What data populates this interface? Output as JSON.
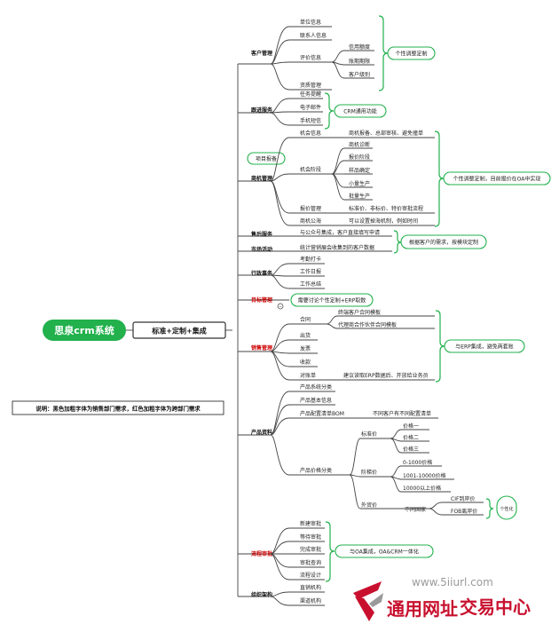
{
  "colors": {
    "line": "#444444",
    "green": "#22b14c",
    "red": "#cc0000",
    "text": "#222222",
    "watermark_red": "#c8102e",
    "watermark_grey": "#9a9a9a"
  },
  "root": {
    "label": "思泉crm系统"
  },
  "center": {
    "label": "标准+定制+集成"
  },
  "note": "说明：黑色加粗字体为销售部门需求，红色加粗字体为跨部门需求",
  "branches": {
    "customer": {
      "label": "客户管理",
      "items": [
        "单位信息",
        "联系人信息",
        "评价信息",
        "资质管理"
      ],
      "eval_items": [
        "信用额度",
        "账期期限",
        "客户级别"
      ]
    },
    "followup": {
      "label": "跟进服务",
      "items": [
        "任务提醒",
        "电子邮件",
        "手机短信"
      ]
    },
    "opportunity": {
      "label": "商机管理",
      "tag": "项目报备",
      "items": [
        "机会信息",
        "机会阶段",
        "报价管理",
        "商机公海"
      ],
      "info_desc": "商机报备、总部审核、避免撞单",
      "stages": [
        "商机诊断",
        "报价阶段",
        "样品确定",
        "小量生产",
        "批量生产"
      ],
      "quote_desc": "标准价、非标价、特价审批流程",
      "pool_desc": "可以设置掉海机制，例如时间"
    },
    "aftersales": {
      "label": "售后服务",
      "desc": "与公众号集成，客户直接填写申请"
    },
    "marketing": {
      "label": "市场活动",
      "desc": "统计营销展会收集到的客户数据"
    },
    "admin": {
      "label": "行政事务",
      "items": [
        "考勤打卡",
        "工作日报",
        "工作总结"
      ]
    },
    "goal": {
      "label": "目标管理",
      "callout": "需要讨论个性定制+ERP取数"
    },
    "sales": {
      "label": "销售管理",
      "items": [
        "合同",
        "出货",
        "发票",
        "收款",
        "对账单"
      ],
      "contract_items": [
        "终端客户合同模板",
        "代理商合作伙伴合同模板"
      ],
      "statement_desc": "建议读取ERP数据后、开放给业务员"
    },
    "product": {
      "label": "产品资料",
      "items": [
        "产品系统分类",
        "产品基本信息",
        "产品配置清单BOM",
        "产品价格分类"
      ],
      "bom_desc": "不同客户有不同配置清单",
      "price_types": [
        "标准价",
        "阶梯价",
        "外贸价"
      ],
      "std_prices": [
        "价格一",
        "价格二",
        "价格三"
      ],
      "tier_prices": [
        "0-1000价格",
        "1001-10000价格",
        "10000以上价格"
      ],
      "foreign_label": "不同国家",
      "foreign_prices": [
        "CIF到岸价",
        "FOB离岸价"
      ],
      "callout": "个性化"
    },
    "workflow": {
      "label": "流程审批",
      "items": [
        "新建审批",
        "等待审批",
        "完成审批",
        "审批查询",
        "流程设计"
      ]
    },
    "org": {
      "label": "组织架构",
      "items": [
        "直销机构",
        "渠道机构"
      ]
    }
  },
  "callouts": {
    "customer": "个性调整定制",
    "followup": "CRM通用功能",
    "opportunity": "个性调整定制，目前报价在OA中实现",
    "aftersales": "根据客户的需求，按模块定制",
    "sales": "与ERP集成，避免两套账",
    "workflow": "与OA集成，OA&CRM一体化"
  },
  "watermark": {
    "url": "www.5iiurl.com",
    "brand_a": "通用网址",
    "brand_b": "交易中心"
  }
}
